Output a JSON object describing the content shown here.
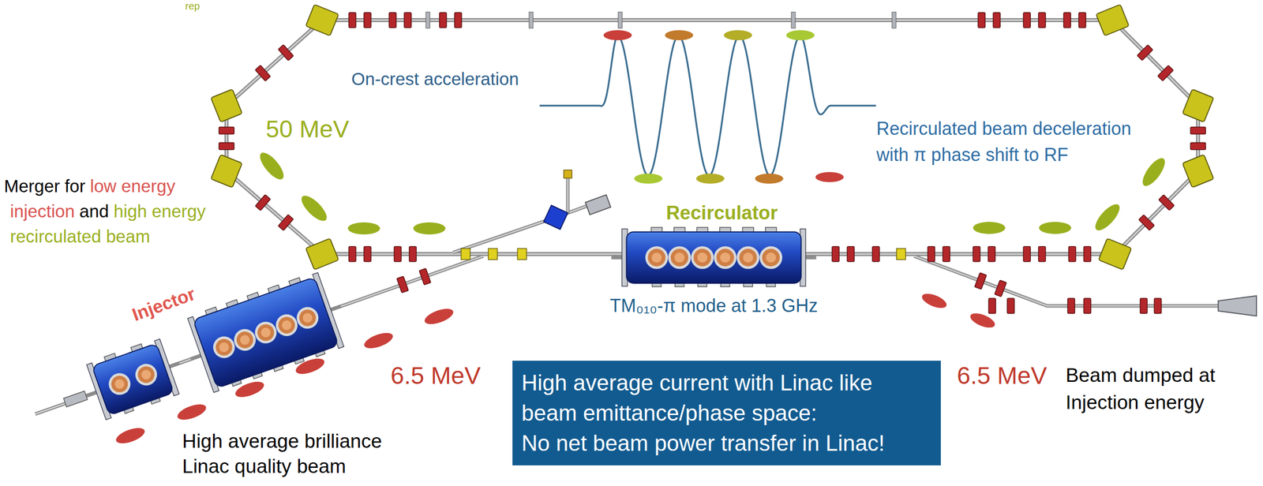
{
  "diagram": {
    "nodes": [
      {
        "text": [
          "High average current with Linac like beam emittance/phase space:",
          "No net beam power transfer in Linac!"
        ]
      }
    ],
    "labels": [
      "rep",
      "On-crest acceleration",
      "50 MeV",
      "Recirculated beam deceleration with π phase shift to RF",
      "Merger for",
      "low energy",
      "injection",
      "and",
      "high energy",
      "recirculated beam",
      "Recirculator",
      "TM₀₁₀-π mode at 1.3 GHz",
      "Injector",
      "6.5 MeV",
      "6.5 MeV",
      "Beam dumped at Injection energy",
      "High average brilliance Linac quality beam"
    ]
  }
}
